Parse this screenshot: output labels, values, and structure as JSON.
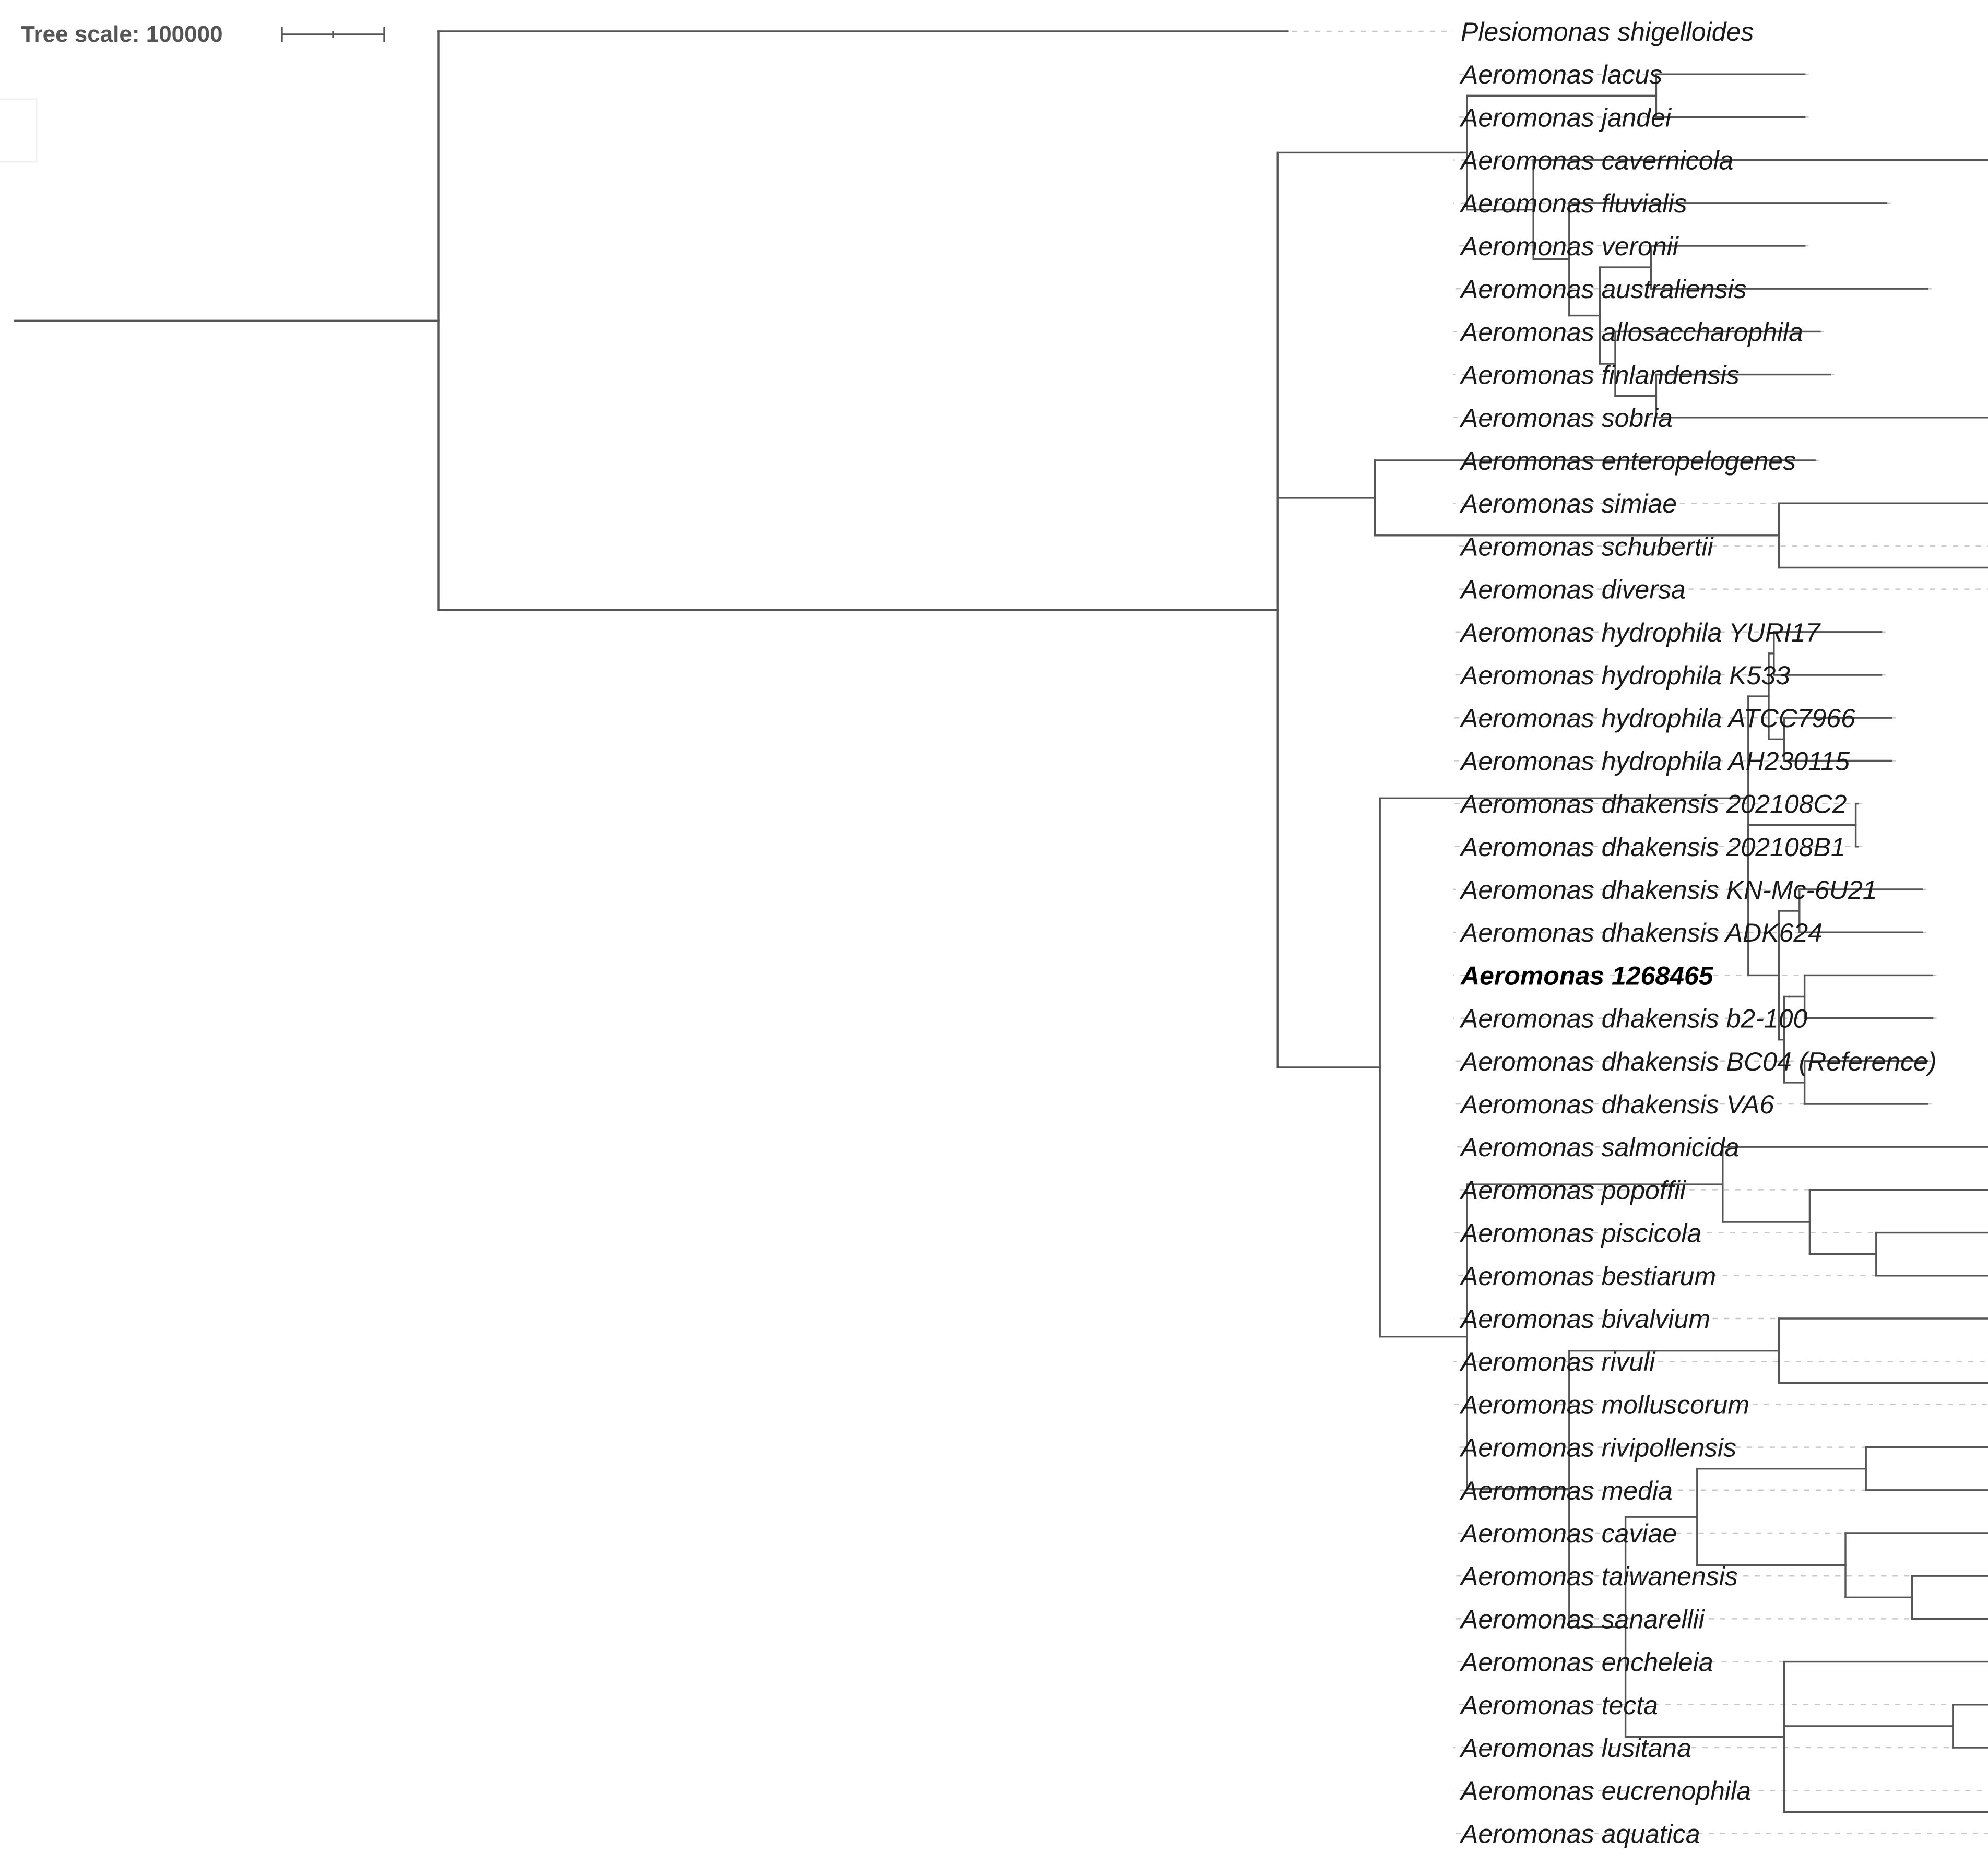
{
  "tree_scale": {
    "label": "Tree scale: 100000"
  },
  "tree": {
    "children": [
      {
        "name": "Plesiomonas shigelloides",
        "bl": 830000
      },
      {
        "bl": 820000,
        "children": [
          {
            "bl": 185000,
            "children": [
              {
                "bl": 185000,
                "children": [
                  {
                    "name": "Aeromonas lacus",
                    "bl": 145000
                  },
                  {
                    "name": "Aeromonas jandei",
                    "bl": 145000
                  }
                ]
              },
              {
                "bl": 65000,
                "children": [
                  {
                    "name": "Aeromonas cavernicola",
                    "bl": 615000
                  },
                  {
                    "bl": 35000,
                    "children": [
                      {
                        "name": "Aeromonas fluvialis",
                        "bl": 310000
                      },
                      {
                        "bl": 30000,
                        "children": [
                          {
                            "bl": 50000,
                            "children": [
                              {
                                "name": "Aeromonas veronii",
                                "bl": 150000
                              },
                              {
                                "name": "Aeromonas australiensis",
                                "bl": 270000
                              }
                            ]
                          },
                          {
                            "bl": 15000,
                            "children": [
                              {
                                "name": "Aeromonas allosaccharophila",
                                "bl": 200000
                              },
                              {
                                "bl": 40000,
                                "children": [
                                  {
                                    "name": "Aeromonas finlandensis",
                                    "bl": 170000
                                  },
                                  {
                                    "name": "Aeromonas sobria",
                                    "bl": 330000
                                  }
                                ]
                              }
                            ]
                          }
                        ]
                      }
                    ]
                  }
                ]
              }
            ]
          },
          {
            "bl": 95000,
            "children": [
              {
                "name": "Aeromonas enteropelogenes",
                "bl": 430000
              },
              {
                "bl": 395000,
                "children": [
                  {
                    "name": "Aeromonas simiae",
                    "bl": 645000
                  },
                  {
                    "bl": 275000,
                    "children": [
                      {
                        "name": "Aeromonas schubertii",
                        "bl": 300000
                      },
                      {
                        "name": "Aeromonas diversa",
                        "bl": 255000
                      }
                    ]
                  }
                ]
              }
            ]
          },
          {
            "bl": 100000,
            "children": [
              {
                "bl": 155000,
                "children": [
                  {
                    "bl": 205000,
                    "children": [
                      {
                        "bl": 20000,
                        "children": [
                          {
                            "bl": 5000,
                            "children": [
                              {
                                "name": "Aeromonas hydrophila YURI17",
                                "bl": 105000
                              },
                              {
                                "name": "Aeromonas hydrophila K533",
                                "bl": 105000
                              }
                            ]
                          },
                          {
                            "bl": 15000,
                            "children": [
                              {
                                "name": "Aeromonas hydrophila ATCC7966",
                                "bl": 105000
                              },
                              {
                                "name": "Aeromonas hydrophila AH230115",
                                "bl": 105000
                              }
                            ]
                          }
                        ]
                      },
                      {
                        "bl": 0,
                        "children": [
                          {
                            "bl": 105000,
                            "children": [
                              {
                                "name": "Aeromonas dhakensis 202108C2",
                                "bl": 2000
                              },
                              {
                                "name": "Aeromonas dhakensis 202108B1",
                                "bl": 2000
                              }
                            ]
                          },
                          {
                            "bl": 30000,
                            "children": [
                              {
                                "bl": 20000,
                                "children": [
                                  {
                                    "name": "Aeromonas dhakensis KN-Mc-6U21",
                                    "bl": 120000
                                  },
                                  {
                                    "name": "Aeromonas dhakensis ADK624",
                                    "bl": 120000
                                  }
                                ]
                              },
                              {
                                "bl": 5000,
                                "children": [
                                  {
                                    "bl": 5000,
                                    "children": [
                                      {
                                        "bl": 15000,
                                        "children": [
                                          {
                                            "name": "Aeromonas 1268465",
                                            "bl": 125000,
                                            "highlight": true
                                          },
                                          {
                                            "name": "Aeromonas dhakensis b2-100",
                                            "bl": 125000
                                          }
                                        ]
                                      }
                                    ]
                                  },
                                  {
                                    "bl": 20000,
                                    "children": [
                                      {
                                        "name": "Aeromonas dhakensis BC04 (Reference)",
                                        "bl": 120000
                                      },
                                      {
                                        "name": "Aeromonas dhakensis VA6",
                                        "bl": 120000
                                      }
                                    ]
                                  }
                                ]
                              }
                            ]
                          }
                        ]
                      }
                    ]
                  }
                ]
              },
              {
                "bl": 85000,
                "children": [
                  {
                    "bl": 250000,
                    "children": [
                      {
                        "name": "Aeromonas salmonicida",
                        "bl": 370000
                      },
                      {
                        "bl": 85000,
                        "children": [
                          {
                            "name": "Aeromonas popoffii",
                            "bl": 310000
                          },
                          {
                            "bl": 65000,
                            "children": [
                              {
                                "name": "Aeromonas piscicola",
                                "bl": 150000
                              },
                              {
                                "name": "Aeromonas bestiarum",
                                "bl": 165000
                              }
                            ]
                          }
                        ]
                      }
                    ]
                  },
                  {
                    "bl": 100000,
                    "children": [
                      {
                        "bl": 205000,
                        "children": [
                          {
                            "name": "Aeromonas bivalvium",
                            "bl": 430000
                          },
                          {
                            "bl": 285000,
                            "children": [
                              {
                                "name": "Aeromonas rivuli",
                                "bl": 260000
                              },
                              {
                                "name": "Aeromonas molluscorum",
                                "bl": 330000
                              }
                            ]
                          }
                        ]
                      },
                      {
                        "bl": 55000,
                        "children": [
                          {
                            "bl": 70000,
                            "children": [
                              {
                                "bl": 165000,
                                "children": [
                                  {
                                    "name": "Aeromonas rivipollensis",
                                    "bl": 210000
                                  },
                                  {
                                    "name": "Aeromonas media",
                                    "bl": 210000
                                  }
                                ]
                              },
                              {
                                "bl": 145000,
                                "children": [
                                  {
                                    "name": "Aeromonas caviae",
                                    "bl": 340000
                                  },
                                  {
                                    "bl": 65000,
                                    "children": [
                                      {
                                        "name": "Aeromonas taiwanensis",
                                        "bl": 330000
                                      },
                                      {
                                        "name": "Aeromonas sanarellii",
                                        "bl": 285000
                                      }
                                    ]
                                  }
                                ]
                              }
                            ]
                          },
                          {
                            "bl": 155000,
                            "children": [
                              {
                                "name": "Aeromonas encheleia",
                                "bl": 355000
                              },
                              {
                                "bl": 165000,
                                "children": [
                                  {
                                    "name": "Aeromonas tecta",
                                    "bl": 315000
                                  },
                                  {
                                    "name": "Aeromonas lusitana",
                                    "bl": 340000
                                  }
                                ]
                              },
                              {
                                "bl": 215000,
                                "children": [
                                  {
                                    "name": "Aeromonas eucrenophila",
                                    "bl": 210000
                                  },
                                  {
                                    "name": "Aeromonas aquatica",
                                    "bl": 195000
                                  }
                                ]
                              }
                            ]
                          }
                        ]
                      }
                    ]
                  }
                ]
              }
            ]
          }
        ]
      }
    ]
  }
}
